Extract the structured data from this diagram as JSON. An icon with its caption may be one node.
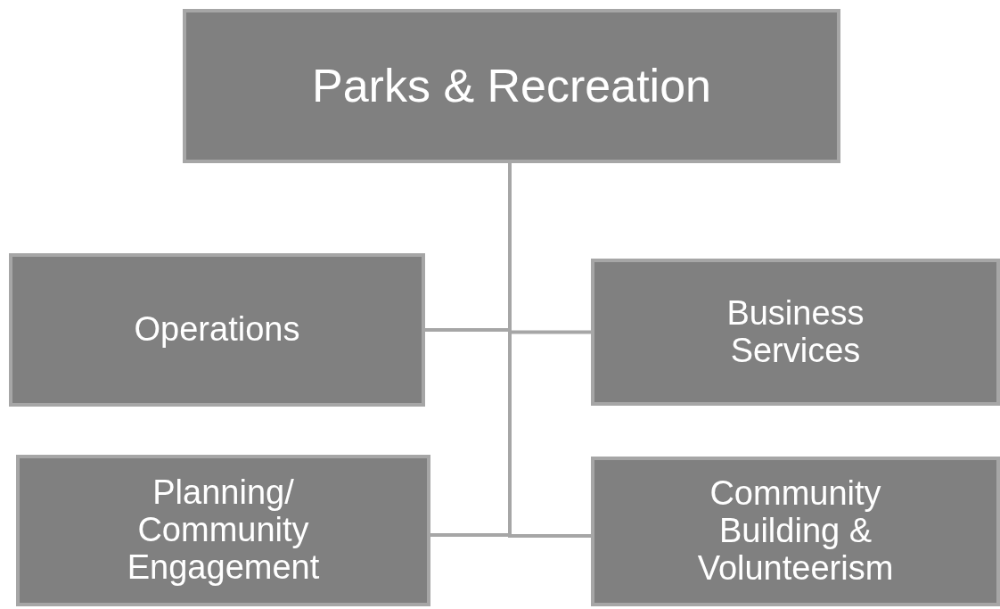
{
  "diagram": {
    "nodes": [
      {
        "text": [
          "Parks & Recreation"
        ]
      },
      {
        "text": [
          "Operations"
        ]
      },
      {
        "text": [
          "Business Services"
        ]
      },
      {
        "text": [
          "Planning/ Community Engagement"
        ]
      },
      {
        "text": [
          "Community Building & Volunteerism"
        ]
      }
    ],
    "edges": [
      {
        "from": 0,
        "to": 1,
        "arrow": "none"
      },
      {
        "from": 0,
        "to": 2,
        "arrow": "none"
      },
      {
        "from": 0,
        "to": 3,
        "arrow": "none"
      },
      {
        "from": 0,
        "to": 4,
        "arrow": "none"
      }
    ]
  }
}
